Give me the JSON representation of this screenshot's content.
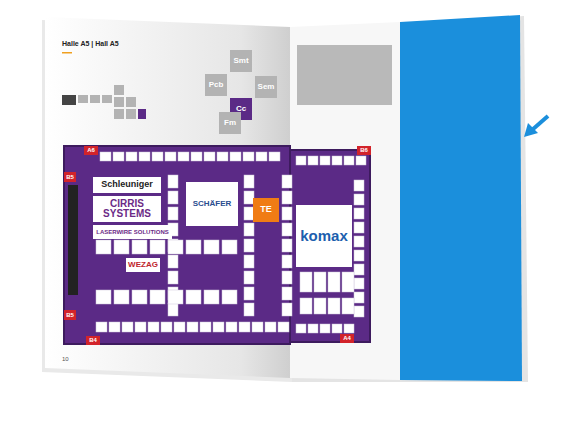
{
  "diagram": {
    "title": "Halle A5 | Hall A5",
    "nodes": [
      {
        "text": [
          "Pcb"
        ]
      },
      {
        "text": [
          "Smt"
        ]
      },
      {
        "text": [
          "Cc"
        ]
      },
      {
        "text": [
          "Sem"
        ]
      },
      {
        "text": [
          "Fm"
        ]
      },
      {
        "text": [
          "Schleuniger"
        ]
      },
      {
        "text": [
          "CIRRIS SYSTEMS"
        ]
      },
      {
        "text": [
          "LASERWIRE SOLUTIONS"
        ]
      },
      {
        "text": [
          "SCHÄFER"
        ]
      },
      {
        "text": [
          "TE"
        ]
      },
      {
        "text": [
          "komax"
        ]
      },
      {
        "text": [
          "WEZAG"
        ]
      },
      {
        "text": [
          "A6"
        ]
      },
      {
        "text": [
          "B6"
        ]
      },
      {
        "text": [
          "B5"
        ]
      },
      {
        "text": [
          "B5"
        ]
      },
      {
        "text": [
          "B4"
        ]
      },
      {
        "text": [
          "A4"
        ]
      }
    ],
    "labels": [
      "10"
    ]
  }
}
